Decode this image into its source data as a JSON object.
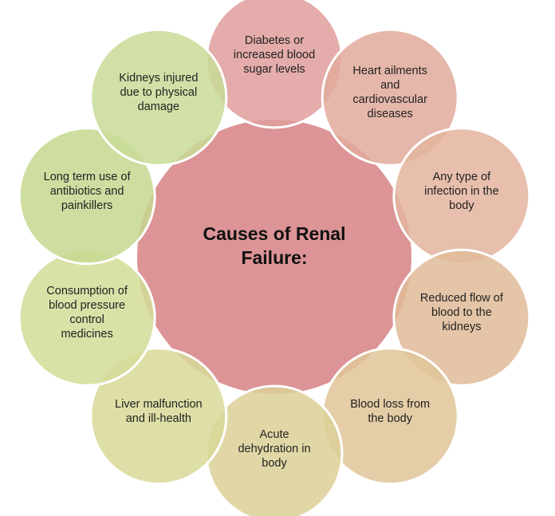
{
  "diagram": {
    "center": {
      "title_line1": "Causes of Renal",
      "title_line2": "Failure:",
      "color": "#dc9496"
    },
    "stroke_color": "#ffffff",
    "causes": [
      {
        "lines": [
          "Diabetes or",
          "increased blood",
          "sugar levels"
        ],
        "color": "#df9e9c"
      },
      {
        "lines": [
          "Heart ailments",
          "and",
          "cardiovascular",
          "diseases"
        ],
        "color": "#e1ab9c"
      },
      {
        "lines": [
          "Any type of",
          "infection in the",
          "body"
        ],
        "color": "#e3b49e"
      },
      {
        "lines": [
          "Reduced flow of",
          "blood to the",
          "kidneys"
        ],
        "color": "#e1bc98"
      },
      {
        "lines": [
          "Blood loss from",
          "the body"
        ],
        "color": "#dfc598"
      },
      {
        "lines": [
          "Acute",
          "dehydration in",
          "body"
        ],
        "color": "#dcd097"
      },
      {
        "lines": [
          "Liver malfunction",
          "and ill-health"
        ],
        "color": "#d8d898"
      },
      {
        "lines": [
          "Consumption of",
          "blood pressure",
          "control",
          "medicines"
        ],
        "color": "#d4dc99"
      },
      {
        "lines": [
          "Long term use of",
          "antibiotics and",
          "painkillers"
        ],
        "color": "#c6d990"
      },
      {
        "lines": [
          "Kidneys injured",
          "due to physical",
          "damage"
        ],
        "color": "#c9db97"
      }
    ]
  }
}
